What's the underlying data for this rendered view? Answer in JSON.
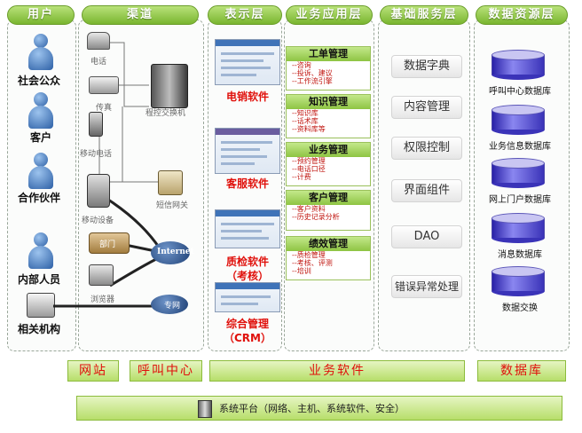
{
  "headers": {
    "users": "用户",
    "channels": "渠道",
    "presentation": "表示层",
    "business": "业务应用层",
    "base_service": "基础服务层",
    "data_resource": "数据资源层"
  },
  "users": [
    "社会公众",
    "客户",
    "合作伙伴",
    "内部人员",
    "相关机构"
  ],
  "channels": {
    "phone": "电话",
    "fax": "传真",
    "pbx": "程控交换机",
    "mobile": "移动电话",
    "sms_gateway": "短信网关",
    "mobile_device": "移动设备",
    "department": "部门",
    "browser": "浏览器",
    "internet": "Internet",
    "network": "专网"
  },
  "presentation": [
    "电销软件",
    "客服软件",
    "质检软件",
    "（考核）",
    "综合管理",
    "（CRM）"
  ],
  "business": [
    {
      "title": "工单管理",
      "items": [
        "--咨询",
        "--投诉、建议",
        "--工作流引擎"
      ]
    },
    {
      "title": "知识管理",
      "items": [
        "--知识库",
        "--话术库",
        "--资料库等"
      ]
    },
    {
      "title": "业务管理",
      "items": [
        "--预约管理",
        "--电话口径",
        "--计费"
      ]
    },
    {
      "title": "客户管理",
      "items": [
        "--客户资料",
        "--历史记录分析"
      ]
    },
    {
      "title": "绩效管理",
      "items": [
        "--质检管理",
        "--考核、评测",
        "--培训"
      ]
    }
  ],
  "base_services": [
    "数据字典",
    "内容管理",
    "权限控制",
    "界面组件",
    "DAO",
    "错误异常处理"
  ],
  "databases": [
    "呼叫中心数据库",
    "业务信息数据库",
    "网上门户数据库",
    "消息数据库",
    "数据交换"
  ],
  "bottom": {
    "website": "网站",
    "call_center": "呼叫中心",
    "business_software": "业务软件",
    "database": "数据库",
    "platform": "系统平台（网络、主机、系统软件、安全）"
  },
  "colors": {
    "accent_green": "#79b52f",
    "label_red": "#e0100b",
    "db_blue": "#2a22a8"
  }
}
